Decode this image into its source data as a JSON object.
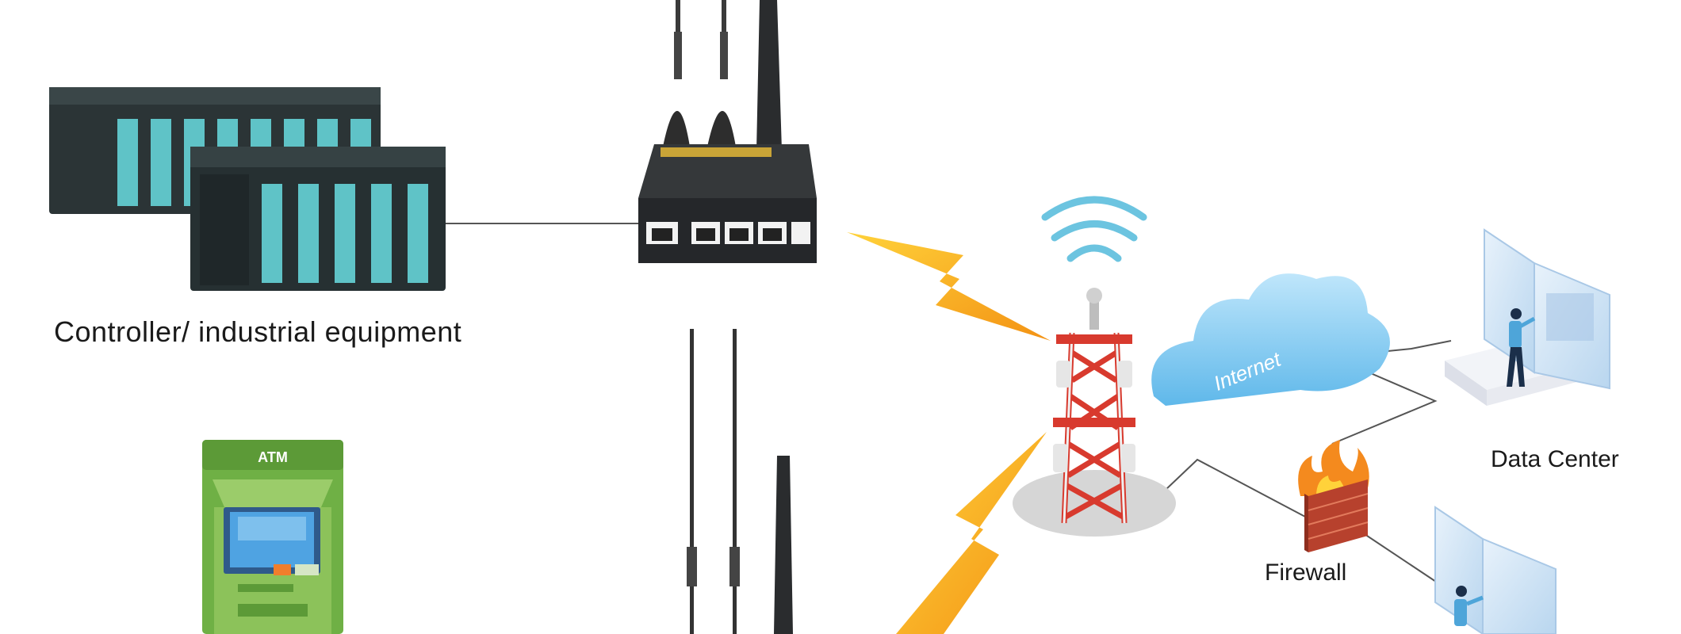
{
  "labels": {
    "controller": "Controller/ industrial equipment",
    "data_center": "Data Center",
    "firewall": "Firewall",
    "atm": "ATM",
    "internet": "Internet"
  },
  "colors": {
    "plc_body": "#2b3436",
    "plc_module": "#5fc3c7",
    "router_body": "#2a2c2e",
    "lightning": "#f6a81c",
    "wifi_arcs": "#6cc4e0",
    "cloud": "#8fd0f0",
    "tower_red": "#d83a2e",
    "firewall_brick": "#b7412d",
    "flame": "#f48a1e",
    "atm_green": "#6fb045",
    "screen_blue": "#4fa3e2",
    "panel_blue": "#cfe3f4"
  },
  "icons": [
    "plc-rack-icon",
    "router-icon",
    "cell-tower-icon",
    "wifi-signal-icon",
    "cloud-icon",
    "firewall-icon",
    "data-center-icon",
    "atm-icon",
    "lightning-bolt-icon"
  ]
}
